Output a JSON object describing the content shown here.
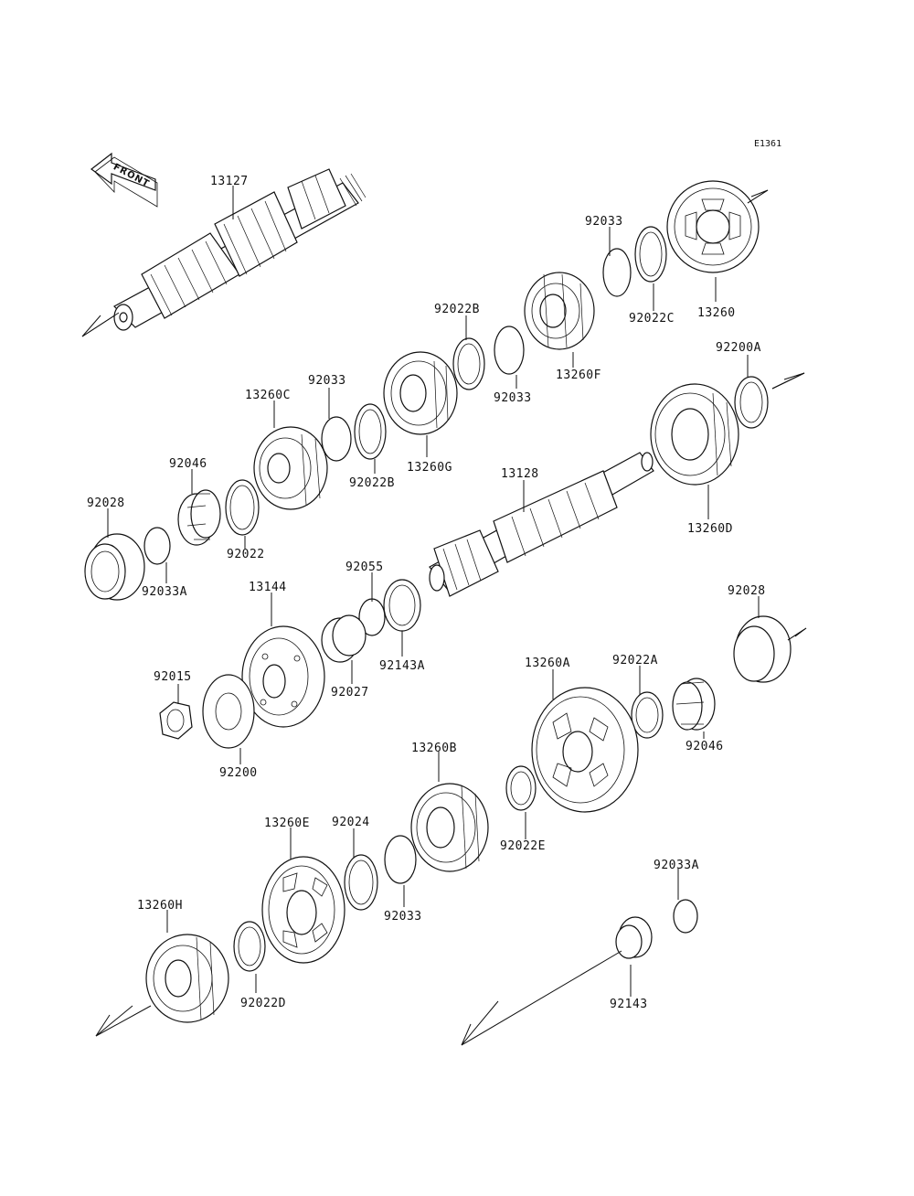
{
  "diagram_code": "E1361",
  "front_label": "FRONT",
  "labels": {
    "p13127": "13127",
    "p92033_top": "92033",
    "p13260": "13260",
    "p92022C": "92022C",
    "p92022B_top": "92022B",
    "p13260F": "13260F",
    "p92033_mid": "92033",
    "p92200A": "92200A",
    "p13260C": "13260C",
    "p92033_c": "92033",
    "p92022B_mid": "92022B",
    "p13260G": "13260G",
    "p92046_left": "92046",
    "p13128": "13128",
    "p13260D": "13260D",
    "p92028_left": "92028",
    "p92022": "92022",
    "p92033A_left": "92033A",
    "p92055": "92055",
    "p92028_right": "92028",
    "p13144": "13144",
    "p92143A": "92143A",
    "p92027": "92027",
    "p92015": "92015",
    "p13260A": "13260A",
    "p92022A": "92022A",
    "p92046_right": "92046",
    "p92200": "92200",
    "p13260B": "13260B",
    "p13260E": "13260E",
    "p92024": "92024",
    "p92022E": "92022E",
    "p92033_low": "92033",
    "p92033A_right": "92033A",
    "p13260H": "13260H",
    "p92022D": "92022D",
    "p92143": "92143"
  }
}
